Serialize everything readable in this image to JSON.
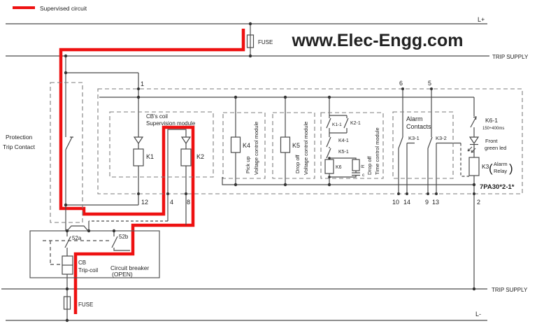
{
  "legend": {
    "label": "Supervised circuit"
  },
  "watermark": {
    "text": "www.Elec-Engg.com",
    "color": "#2b2bd0"
  },
  "colors": {
    "supervised": "#ee1111",
    "wire": "#4a4a4a",
    "box": "#7d7d7d"
  },
  "rails": {
    "l_plus": "L+",
    "trip_supply_top": "TRIP SUPPLY",
    "trip_supply_bottom": "TRIP SUPPLY",
    "l_minus": "L-"
  },
  "fuse_top": {
    "label": "FUSE"
  },
  "fuse_bottom": {
    "label": "FUSE"
  },
  "protection": {
    "line1": "Protection",
    "line2": "Trip Contact"
  },
  "relay_box": {
    "model": "7PA30*2-1*"
  },
  "supervision_module": {
    "title1": "CB's coil",
    "title2": "Supervision module",
    "k1": "K1",
    "k2": "K2"
  },
  "pickup_module": {
    "relay": "K4",
    "fn1": "Pick up",
    "fn2": "Voltage control module"
  },
  "dropoff_module": {
    "relay": "K5",
    "fn1": "Drop off",
    "fn2": "Voltage control module"
  },
  "time_module": {
    "k1_1": "K1-1",
    "k2_1": "K2-1",
    "k4_1": "K4-1",
    "k5_1": "K5-1",
    "k6": "K6",
    "r": "R",
    "c": "c",
    "fn1": "Drop off",
    "fn2": "Time control module"
  },
  "alarm_contacts": {
    "title1": "Alarm",
    "title2": "Contacts",
    "k3_1": "K3-1",
    "k3_2": "K3-2"
  },
  "output_branch": {
    "k6_1": "K6-1",
    "k6_1_time": "150÷400ms",
    "led1": "Front",
    "led2": "green led",
    "k3": "K3",
    "paren_open": "(",
    "alarm1": "Alarm",
    "alarm2": "Relay",
    "paren_close": ")"
  },
  "breaker": {
    "a": "52a",
    "b": "52b",
    "cb": "CB",
    "coil": "Trip-coil",
    "label1": "Circuit breaker",
    "label2": "(OPEN)"
  },
  "pins": {
    "p1": "1",
    "p6": "6",
    "p5": "5",
    "p12": "12",
    "p4": "4",
    "p8": "8",
    "p10": "10",
    "p14": "14",
    "p9": "9",
    "p13": "13",
    "p2": "2"
  }
}
